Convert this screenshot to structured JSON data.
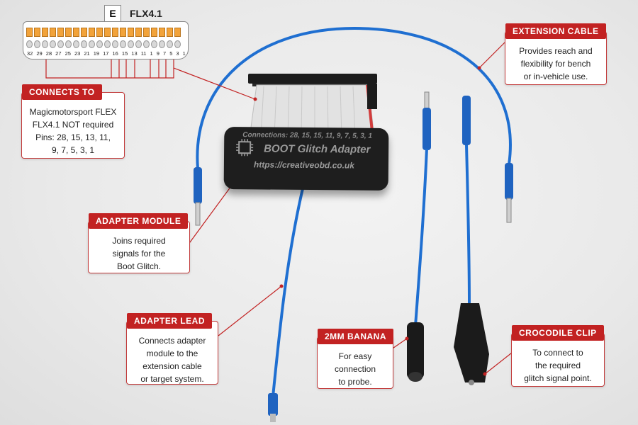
{
  "connector": {
    "key_letter": "E",
    "title": "FLX4.1",
    "pin_numbers": [
      "32",
      "29",
      "28",
      "27",
      "25",
      "23",
      "21",
      "19",
      "17",
      "16",
      "15",
      "13",
      "11",
      "1",
      "9",
      "7",
      "5",
      "3",
      "1"
    ]
  },
  "callouts": {
    "connects_to": {
      "title": "CONNECTS TO",
      "body": "Magicmotorsport FLEX\nFLX4.1 NOT required\nPins: 28, 15, 13, 11,\n9, 7, 5, 3, 1"
    },
    "extension_cable": {
      "title": "EXTENSION CABLE",
      "body": "Provides reach and\nflexibility for bench\nor in-vehicle use."
    },
    "adapter_module": {
      "title": "ADAPTER MODULE",
      "body": "Joins required\nsignals for the\nBoot Glitch."
    },
    "adapter_lead": {
      "title": "ADAPTER LEAD",
      "body": "Connects adapter\nmodule to the\nextension cable\nor target system."
    },
    "banana": {
      "title": "2MM BANANA",
      "body": "For easy\nconnection\nto probe."
    },
    "croc": {
      "title": "CROCODILE CLIP",
      "body": "To connect to\nthe required\nglitch signal point."
    }
  },
  "module": {
    "connections": "Connections: 28, 15, 15, 11, 9, 7, 5, 3, 1",
    "title": "BOOT Glitch Adapter",
    "url": "https://creativeobd.co.uk"
  },
  "colors": {
    "callout_red": "#c22222",
    "cable_blue": "#1f6fd1",
    "pin_orange": "#f2a33a"
  }
}
